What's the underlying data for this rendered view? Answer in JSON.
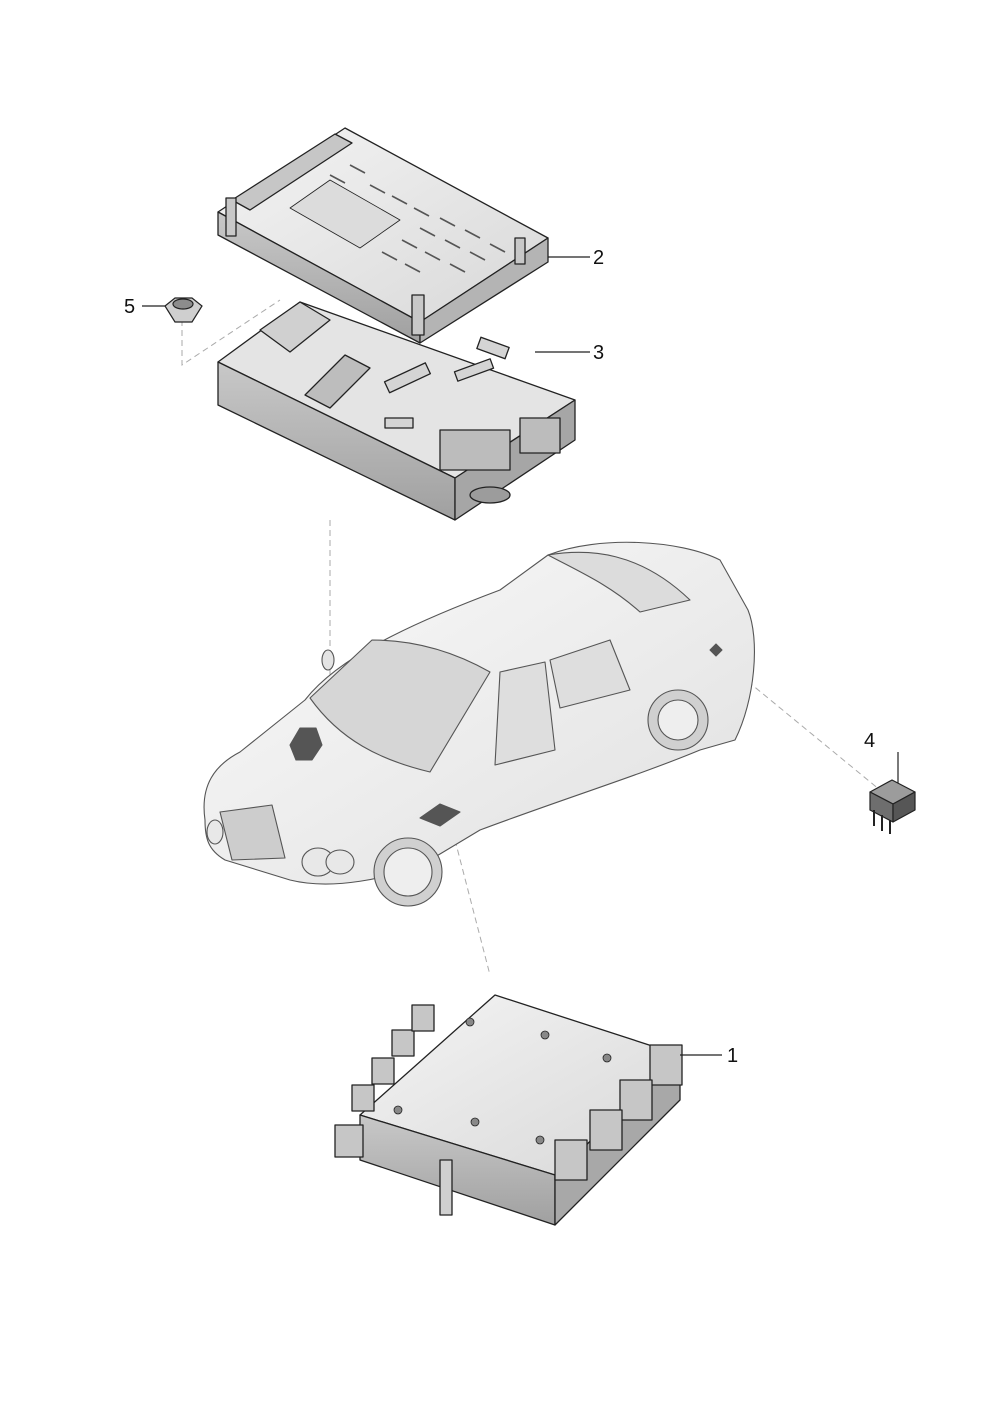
{
  "diagram": {
    "callouts": [
      {
        "id": "1",
        "label": "1",
        "part": "control-unit"
      },
      {
        "id": "2",
        "label": "2",
        "part": "fuse-box-cover"
      },
      {
        "id": "3",
        "label": "3",
        "part": "fuse-box-bracket"
      },
      {
        "id": "4",
        "label": "4",
        "part": "relay"
      },
      {
        "id": "5",
        "label": "5",
        "part": "hex-nut"
      }
    ],
    "colors": {
      "line": "#222222",
      "fill_light": "#ececec",
      "fill_mid": "#cfcfcf",
      "fill_dark": "#9a9a9a",
      "leader_dash": "#aaaaaa"
    }
  }
}
